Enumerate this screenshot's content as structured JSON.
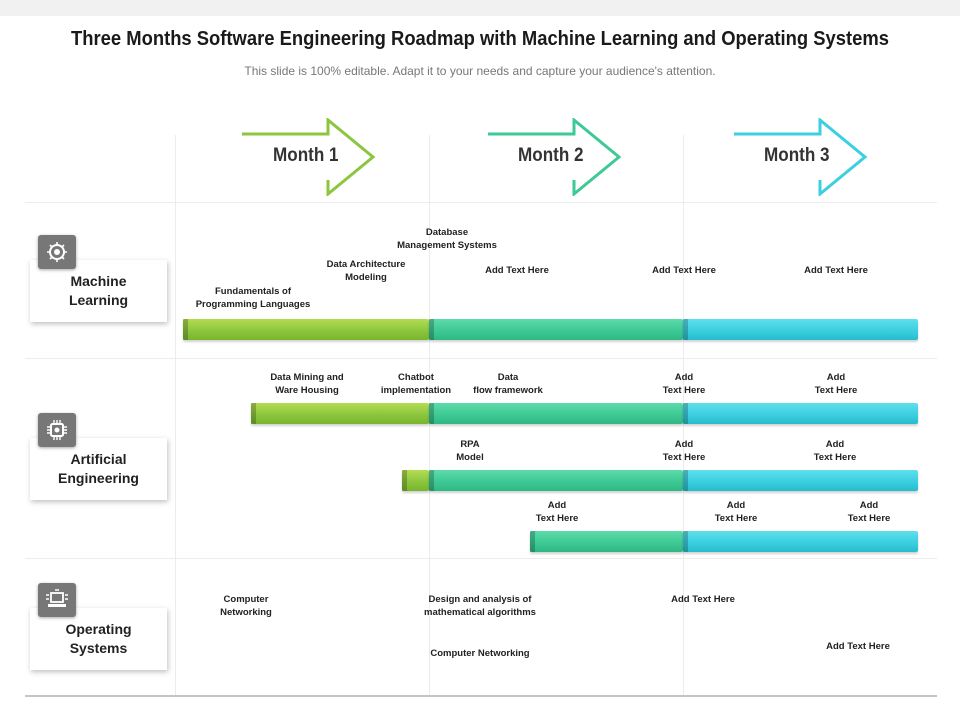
{
  "title": "Three Months Software Engineering Roadmap with Machine Learning and Operating Systems",
  "subtitle": "This slide is 100% editable. Adapt it to your needs and capture your audience's attention.",
  "months": [
    {
      "label": "Month 1",
      "color": "#8cc63f"
    },
    {
      "label": "Month 2",
      "color": "#3ec995"
    },
    {
      "label": "Month 3",
      "color": "#3bcfe0"
    }
  ],
  "categories": [
    {
      "label": "Machine\nLearning",
      "icon": "brain-gear-icon"
    },
    {
      "label": "Artificial\nEngineering",
      "icon": "chip-icon"
    },
    {
      "label": "Operating\nSystems",
      "icon": "computer-tools-icon"
    }
  ],
  "labels": {
    "ml_fundamentals": "Fundamentals of\nProgramming Languages",
    "ml_data_arch": "Data Architecture\nModeling",
    "ml_database": "Database\nManagement Systems",
    "ml_add1": "Add Text Here",
    "ml_add2": "Add Text Here",
    "ml_add3": "Add Text Here",
    "ai_data_mining": "Data Mining and\nWare Housing",
    "ai_chatbot": "Chatbot\nimplementation",
    "ai_data_flow": "Data\nflow framework",
    "ai_add1": "Add\nText Here",
    "ai_add2": "Add\nText Here",
    "ai_rpa": "RPA\nModel",
    "ai_add3": "Add\nText Here",
    "ai_add4": "Add\nText Here",
    "ai_add5": "Add\nText Here",
    "ai_add6": "Add\nText Here",
    "ai_add7": "Add\nText Here",
    "os_networking": "Computer\nNetworking",
    "os_design": "Design and analysis of\nmathematical  algorithms",
    "os_add1": "Add Text Here",
    "os_comp_net": "Computer Networking",
    "os_add2": "Add Text Here"
  }
}
